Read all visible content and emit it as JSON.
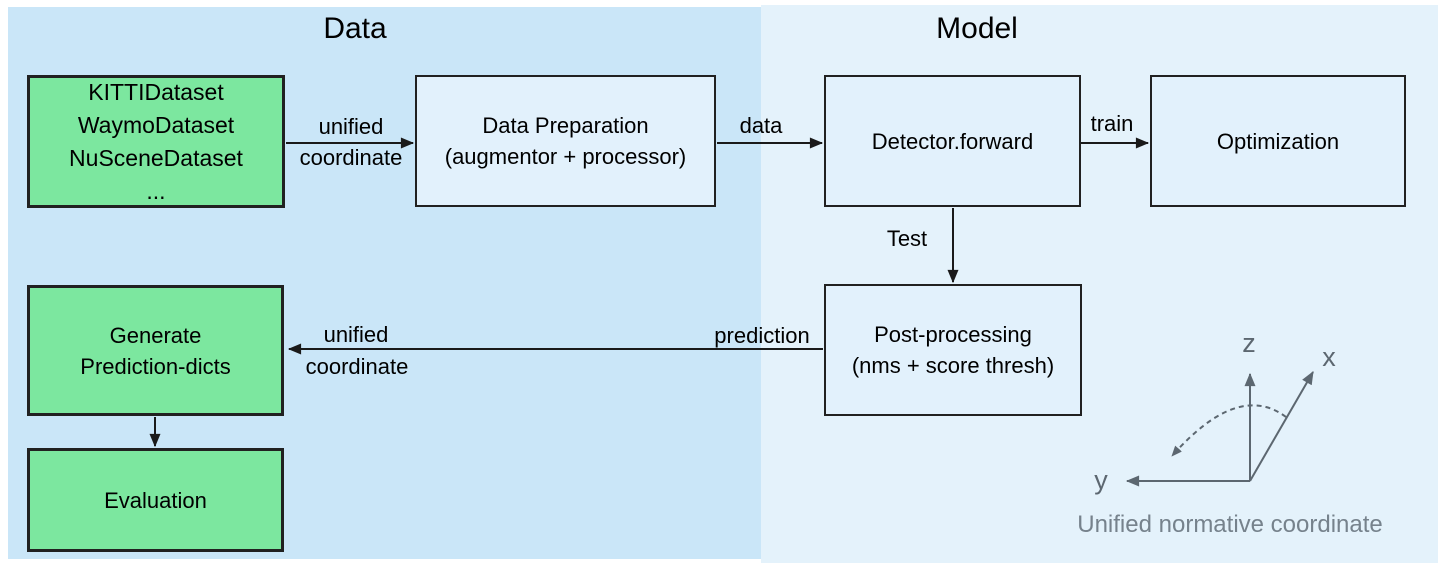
{
  "colors": {
    "left_panel_bg": "#cae6f8",
    "right_panel_bg": "#e4f2fb",
    "box_fill_blue": "#e2f1fc",
    "box_fill_green": "#7ce79f",
    "box_border": "#212121",
    "arrow": "#1a1a1a",
    "axis_gray": "#5c6770",
    "caption_gray": "#76828c"
  },
  "sections": {
    "data_title": "Data",
    "model_title": "Model"
  },
  "boxes": {
    "datasets": {
      "lines": [
        "KITTIDataset",
        "WaymoDataset",
        "NuSceneDataset",
        "..."
      ]
    },
    "data_preparation": {
      "lines": [
        "Data Preparation",
        "(augmentor + processor)"
      ]
    },
    "detector": {
      "lines": [
        "Detector.forward"
      ]
    },
    "optimization": {
      "lines": [
        "Optimization"
      ]
    },
    "post_processing": {
      "lines": [
        "Post-processing",
        "(nms + score thresh)"
      ]
    },
    "generate_prediction": {
      "lines": [
        "Generate",
        "Prediction-dicts"
      ]
    },
    "evaluation": {
      "lines": [
        "Evaluation"
      ]
    }
  },
  "arrow_labels": {
    "unified_top_line1": "unified",
    "unified_top_line2": "coordinate",
    "data": "data",
    "train": "train",
    "test": "Test",
    "prediction": "prediction",
    "unified_bottom_line1": "unified",
    "unified_bottom_line2": "coordinate"
  },
  "axes": {
    "z": "z",
    "x": "x",
    "y": "y",
    "caption": "Unified normative coordinate"
  }
}
